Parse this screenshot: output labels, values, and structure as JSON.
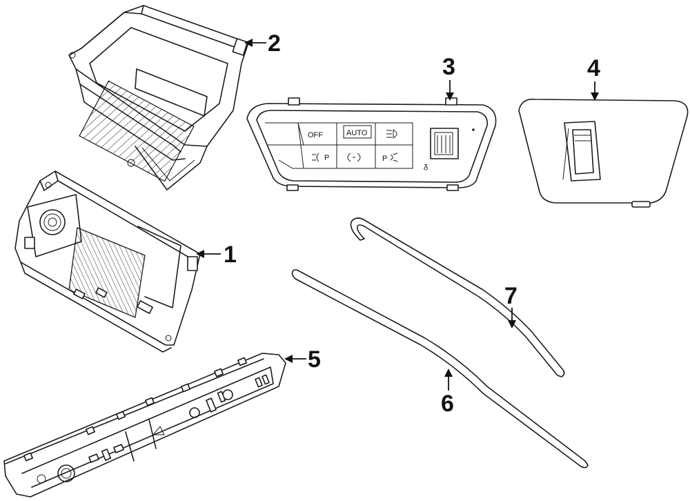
{
  "callouts": [
    {
      "id": "1",
      "label": "1"
    },
    {
      "id": "2",
      "label": "2"
    },
    {
      "id": "3",
      "label": "3"
    },
    {
      "id": "4",
      "label": "4"
    },
    {
      "id": "5",
      "label": "5"
    },
    {
      "id": "6",
      "label": "6"
    },
    {
      "id": "7",
      "label": "7"
    }
  ],
  "control_panel": {
    "buttons": [
      "OFF",
      "AUTO",
      "P"
    ]
  }
}
